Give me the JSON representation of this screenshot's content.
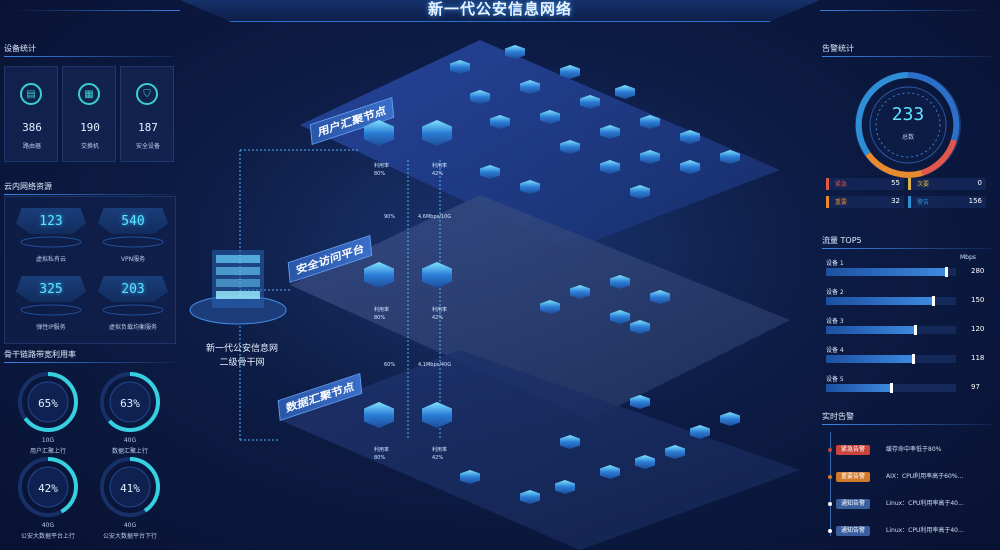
{
  "header": {
    "title": "新一代公安信息网络"
  },
  "left": {
    "device_stats": {
      "title": "设备统计",
      "items": [
        {
          "value": "386",
          "label": "路由器",
          "icon": "router-icon"
        },
        {
          "value": "190",
          "label": "交换机",
          "icon": "switch-icon"
        },
        {
          "value": "187",
          "label": "安全设备",
          "icon": "shield-icon"
        }
      ]
    },
    "cloud": {
      "title": "云内网络资源",
      "items": [
        {
          "value": "123",
          "label": "虚拟私有云"
        },
        {
          "value": "540",
          "label": "VPN服务"
        },
        {
          "value": "325",
          "label": "弹性IP服务"
        },
        {
          "value": "203",
          "label": "虚拟负载均衡服务"
        }
      ]
    },
    "bandwidth": {
      "title": "骨干链路带宽利用率",
      "items": [
        {
          "percent": "65%",
          "fraction": 0.65,
          "cap": "10G",
          "label": "用户汇聚上行"
        },
        {
          "percent": "63%",
          "fraction": 0.63,
          "cap": "40G",
          "label": "数据汇聚上行"
        },
        {
          "percent": "42%",
          "fraction": 0.42,
          "cap": "40G",
          "label": "公安大数据平台上行"
        },
        {
          "percent": "41%",
          "fraction": 0.41,
          "cap": "40G",
          "label": "公安大数据平台下行"
        }
      ]
    }
  },
  "center": {
    "layers": [
      {
        "tag": "用户汇聚节点",
        "util_label": "利用率",
        "util_a": "80%",
        "util_b": "42%"
      },
      {
        "tag": "安全访问平台",
        "util_label": "利用率",
        "util_a": "80%",
        "util_b": "42%"
      },
      {
        "tag": "数据汇聚节点",
        "util_label": "利用率",
        "util_a": "80%",
        "util_b": "42%"
      }
    ],
    "link1": {
      "pct": "90%",
      "rate": "4.6Mbps/10G"
    },
    "link2": {
      "pct": "60%",
      "rate": "4.1Mbps/40G"
    },
    "backbone_label_line1": "新一代公安信息网",
    "backbone_label_line2": "二级骨干网"
  },
  "right": {
    "alarm_stats": {
      "title": "告警统计",
      "total": "233",
      "total_label": "总数",
      "cells": [
        {
          "name": "紧急",
          "value": "55",
          "color": "#e2574c"
        },
        {
          "name": "次要",
          "value": "0",
          "color": "#d9b24a"
        },
        {
          "name": "重要",
          "value": "32",
          "color": "#e88b2e"
        },
        {
          "name": "警告",
          "value": "156",
          "color": "#2f8fd6"
        }
      ]
    },
    "traffic": {
      "title": "流量 TOP5",
      "unit": "Mbps",
      "items": [
        {
          "name": "设备 1",
          "value": "280",
          "fraction": 0.93
        },
        {
          "name": "设备 2",
          "value": "150",
          "fraction": 0.83
        },
        {
          "name": "设备 3",
          "value": "120",
          "fraction": 0.69
        },
        {
          "name": "设备 4",
          "value": "118",
          "fraction": 0.68
        },
        {
          "name": "设备 5",
          "value": "97",
          "fraction": 0.51
        }
      ]
    },
    "realtime": {
      "title": "实时告警",
      "items": [
        {
          "level": "紧急告警",
          "text": "缓存命中率低于80%",
          "color": "#c9443b"
        },
        {
          "level": "重要告警",
          "text": "AIX：CPU利用率高于60%...",
          "color": "#d07a2a"
        },
        {
          "level": "通知告警",
          "text": "Linux：CPU利用率高于40...",
          "color": "#3a5f9e"
        },
        {
          "level": "通知告警",
          "text": "Linux：CPU利用率高于40...",
          "color": "#3a5f9e"
        }
      ]
    }
  }
}
